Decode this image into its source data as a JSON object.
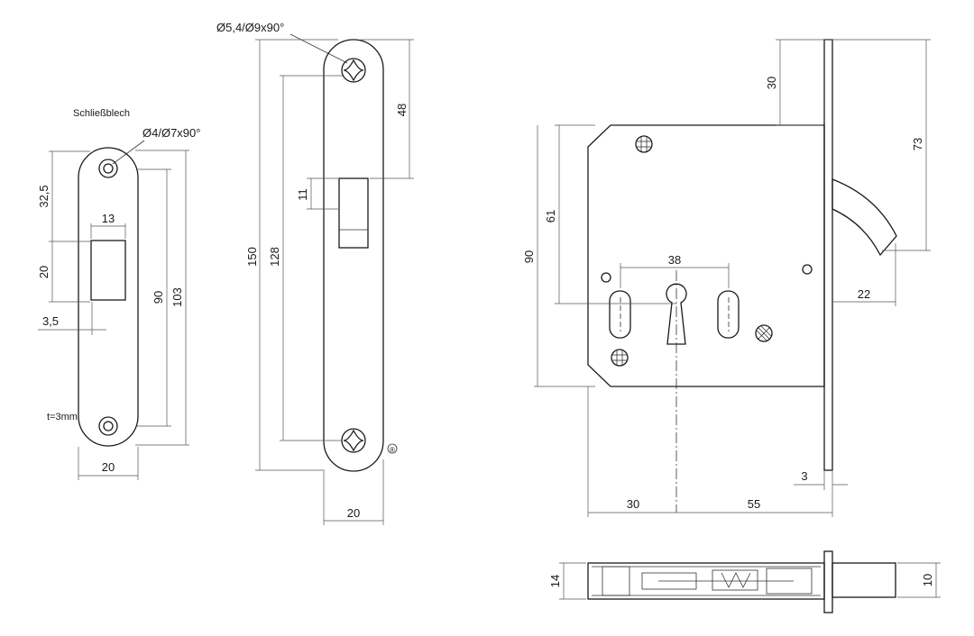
{
  "strike_plate": {
    "title": "Schließblech",
    "hole_spec": "Ø4/Ø7x90°",
    "thickness": "t=3mm",
    "dims": {
      "d_32_5": "32,5",
      "d_13": "13",
      "d_20_side": "20",
      "d_3_5": "3,5",
      "d_90": "90",
      "d_103": "103",
      "d_20_width": "20"
    }
  },
  "faceplate": {
    "hole_spec": "Ø5,4/Ø9x90°",
    "dims": {
      "d_48": "48",
      "d_11": "11",
      "d_150": "150",
      "d_128": "128",
      "d_20_width": "20"
    },
    "mark": "®"
  },
  "lock_body": {
    "dims": {
      "d_30_top": "30",
      "d_73": "73",
      "d_61": "61",
      "d_90": "90",
      "d_38": "38",
      "d_22": "22",
      "d_3": "3",
      "d_30_bottom": "30",
      "d_55": "55"
    }
  },
  "side_view": {
    "dims": {
      "d_14": "14",
      "d_10": "10"
    }
  }
}
